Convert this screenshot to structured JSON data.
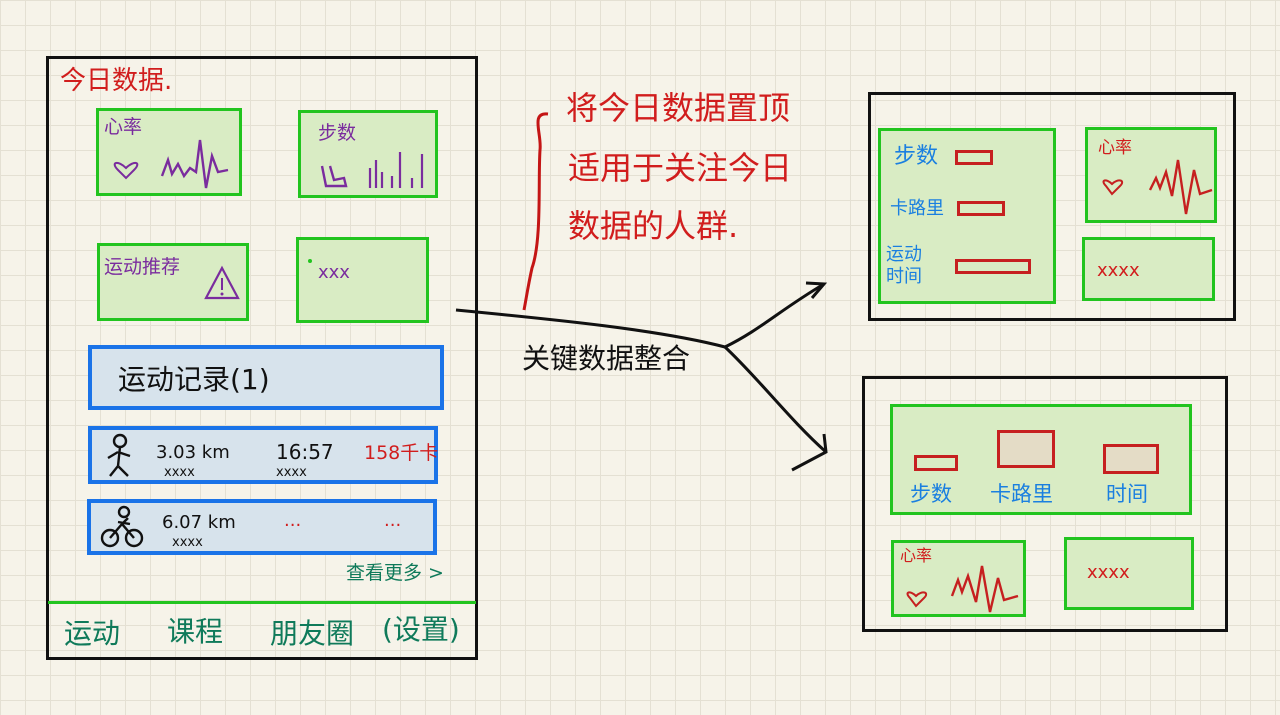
{
  "phone": {
    "title": "今日数据.",
    "cards": {
      "heart": "心率",
      "steps": "步数",
      "recommend": "运动推荐",
      "placeholder": "xxx"
    },
    "records": {
      "header": "运动记录(1)",
      "run": {
        "distance": "3.03 km",
        "distance_sub": "xxxx",
        "time": "16:57",
        "time_sub": "xxxx",
        "calories": "158千卡"
      },
      "ride": {
        "distance": "6.07 km",
        "distance_sub": "xxxx",
        "extra1": "...",
        "extra2": "..."
      },
      "see_more": "查看更多 >"
    },
    "tabs": [
      "运动",
      "课程",
      "朋友圈",
      "(设置)"
    ]
  },
  "annotation": {
    "lines": [
      "将今日数据置顶",
      "适用于关注今日",
      "数据的人群."
    ],
    "arrow_label": "关键数据整合"
  },
  "layout_a": {
    "stats": [
      "步数",
      "卡路里",
      "运动\n时间"
    ],
    "heart": "心率",
    "placeholder": "xxxx"
  },
  "layout_b": {
    "stats": [
      "步数",
      "卡路里",
      "时间"
    ],
    "heart": "心率",
    "placeholder": "xxxx"
  },
  "colors": {
    "card_border": "#22c41f",
    "record_border": "#1a73e8",
    "annotation": "#d11d1d",
    "stat_label": "#1a7fe0",
    "tab_text": "#0f7a5a"
  }
}
